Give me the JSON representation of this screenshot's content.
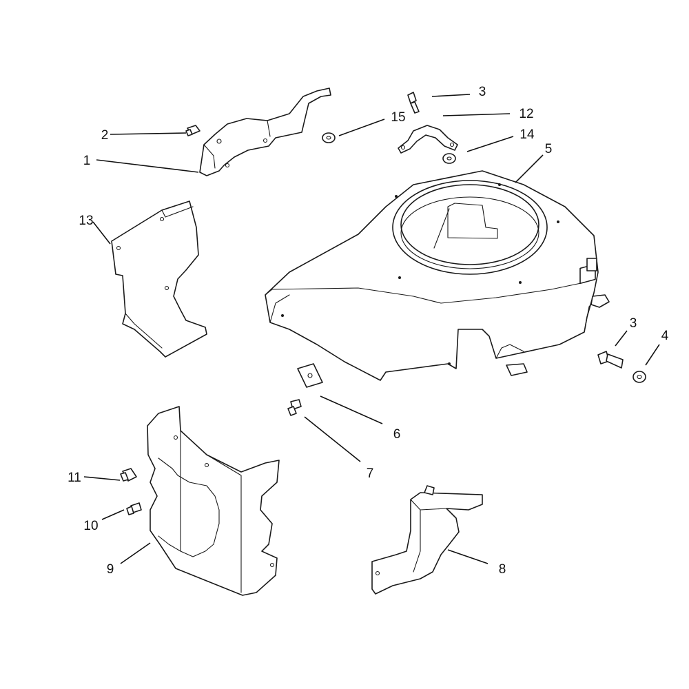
{
  "callouts": [
    {
      "id": "c1",
      "text": "1"
    },
    {
      "id": "c2",
      "text": "2"
    },
    {
      "id": "c3a",
      "text": "3"
    },
    {
      "id": "c3b",
      "text": "3"
    },
    {
      "id": "c4",
      "text": "4"
    },
    {
      "id": "c5",
      "text": "5"
    },
    {
      "id": "c6",
      "text": "6"
    },
    {
      "id": "c7",
      "text": "7"
    },
    {
      "id": "c8",
      "text": "8"
    },
    {
      "id": "c9",
      "text": "9"
    },
    {
      "id": "c10",
      "text": "10"
    },
    {
      "id": "c11",
      "text": "11"
    },
    {
      "id": "c12",
      "text": "12"
    },
    {
      "id": "c13",
      "text": "13"
    },
    {
      "id": "c14",
      "text": "14"
    },
    {
      "id": "c15",
      "text": "15"
    }
  ]
}
